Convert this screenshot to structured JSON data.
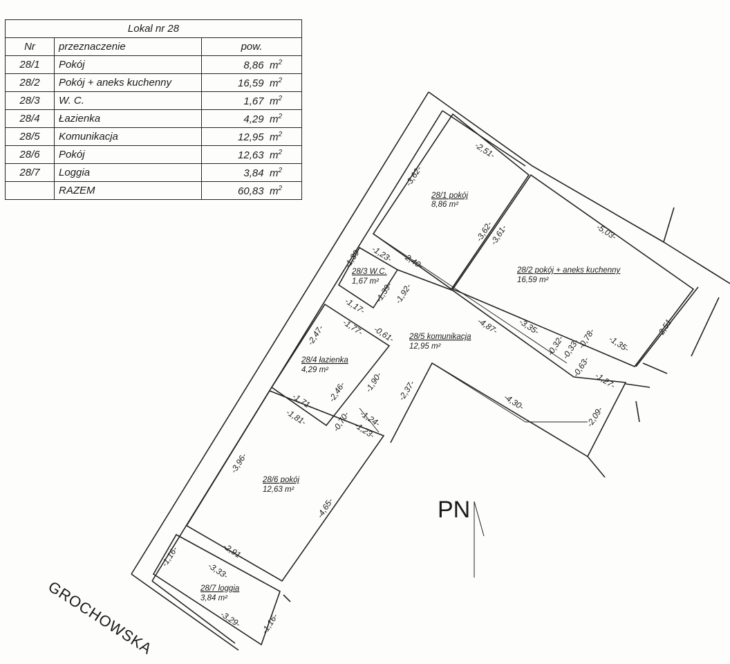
{
  "table": {
    "title": "Lokal nr 28",
    "headers": {
      "nr": "Nr",
      "purpose": "przeznaczenie",
      "area": "pow."
    },
    "rows": [
      {
        "nr": "28/1",
        "purpose": "Pokój",
        "area": "8,86",
        "unit": "m",
        "exp": "2"
      },
      {
        "nr": "28/2",
        "purpose": "Pokój + aneks kuchenny",
        "area": "16,59",
        "unit": "m",
        "exp": "2"
      },
      {
        "nr": "28/3",
        "purpose": "W. C.",
        "area": "1,67",
        "unit": "m",
        "exp": "2"
      },
      {
        "nr": "28/4",
        "purpose": "Łazienka",
        "area": "4,29",
        "unit": "m",
        "exp": "2"
      },
      {
        "nr": "28/5",
        "purpose": "Komunikacja",
        "area": "12,95",
        "unit": "m",
        "exp": "2"
      },
      {
        "nr": "28/6",
        "purpose": "Pokój",
        "area": "12,63",
        "unit": "m",
        "exp": "2"
      },
      {
        "nr": "28/7",
        "purpose": "Loggia",
        "area": "3,84",
        "unit": "m",
        "exp": "2"
      }
    ],
    "total": {
      "label": "RAZEM",
      "area": "60,83",
      "unit": "m",
      "exp": "2"
    }
  },
  "plan": {
    "rooms": {
      "r1": {
        "name": "28/1 pokój",
        "area": "8,86 m²"
      },
      "r2": {
        "name": "28/2 pokój + aneks kuchenny",
        "area": "16,59 m²"
      },
      "r3": {
        "name": "28/3 W.C.",
        "area": "1,67 m²"
      },
      "r4": {
        "name": "28/4 łazienka",
        "area": "4,29 m²"
      },
      "r5": {
        "name": "28/5 komunikacja",
        "area": "12,95 m²"
      },
      "r6": {
        "name": "28/6 pokój",
        "area": "12,63 m²"
      },
      "r7": {
        "name": "28/7 loggia",
        "area": "3,84 m²"
      }
    },
    "dims": {
      "d_251a": "-2,51-",
      "d_362a": "-3,62-",
      "d_362b": "-3,62-",
      "d_361": "-3,61-",
      "d_503": "-5,03-",
      "d_139a": "-1,39-",
      "d_123a": "-1,23-",
      "d_240": "-2,40-",
      "d_139b": "-1,39-",
      "d_192": "-1,92-",
      "d_117": "-1,17-",
      "d_335": "-3,35-",
      "d_487": "-4,87-",
      "d_251b": "-2,51-",
      "d_032": "-0,32-",
      "d_033": "-0,33-",
      "d_078": "-0,78-",
      "d_135": "-1,35-",
      "d_061": "-0,61-",
      "d_247": "-2,47-",
      "d_177": "-1,77-",
      "d_063": "-0,63-",
      "d_127": "-1,27-",
      "d_246": "-2,46-",
      "d_190": "-1,90-",
      "d_237": "-2,37-",
      "d_430": "-4,30-",
      "d_209": "-2,09-",
      "d_171": "-1,71-",
      "d_181": "-1,81-",
      "d_070": "-0,70-",
      "d_124": "-1,24-",
      "d_123b": "-1,23-",
      "d_396": "-3,96-",
      "d_465": "-4,65-",
      "d_291": "-2,91-",
      "d_116a": "-1,16-",
      "d_333": "-3,33-",
      "d_329": "-3,29-",
      "d_116b": "-1,16-"
    },
    "north_label": "PN",
    "street": "GROCHOWSKA"
  }
}
